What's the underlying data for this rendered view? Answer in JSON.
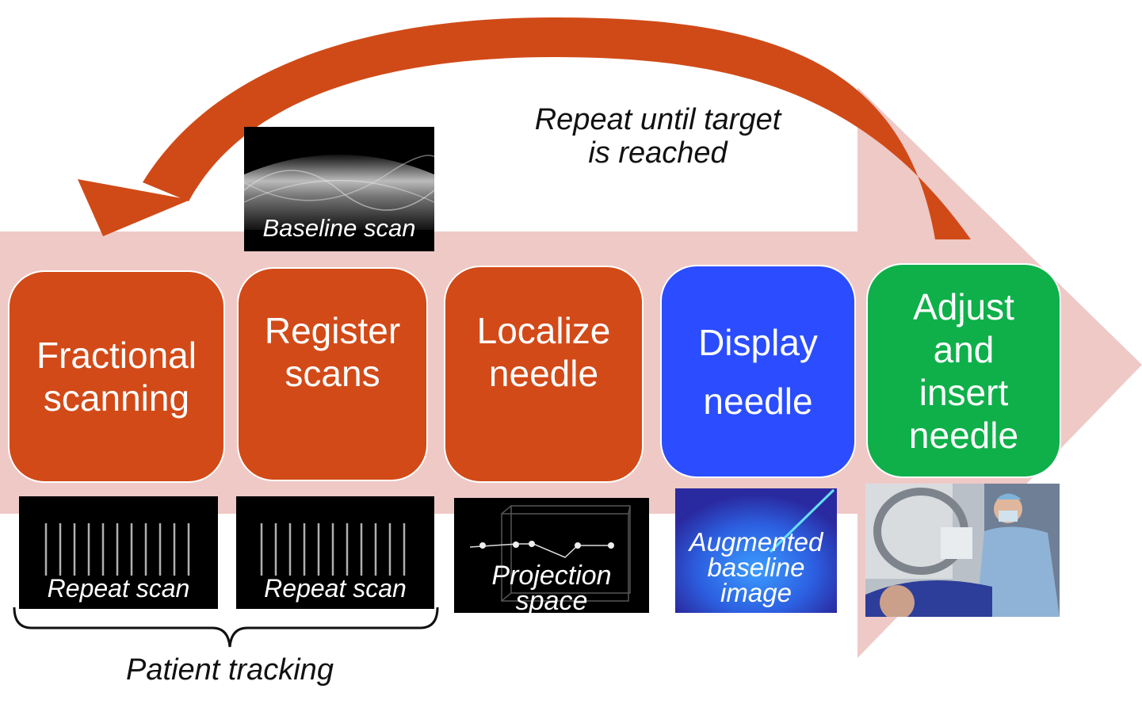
{
  "colors": {
    "arrow_band": "#efc9c6",
    "loop_arrow": "#d04a18",
    "orange": "#d24a18",
    "blue": "#2b4dff",
    "green": "#0fb04a"
  },
  "loop_label": "Repeat until target\nis reached",
  "steps": [
    {
      "label": "Fractional\nscanning"
    },
    {
      "label": "Register\nscans"
    },
    {
      "label": "Localize\nneedle"
    },
    {
      "label": "Display\nneedle"
    },
    {
      "label": "Adjust\nand\ninsert\nneedle"
    }
  ],
  "images": {
    "baseline": "Baseline scan",
    "repeat1": "Repeat scan",
    "repeat2": "Repeat scan",
    "projection": "Projection\nspace",
    "augmented": "Augmented\nbaseline\nimage"
  },
  "bracket_label": "Patient tracking"
}
